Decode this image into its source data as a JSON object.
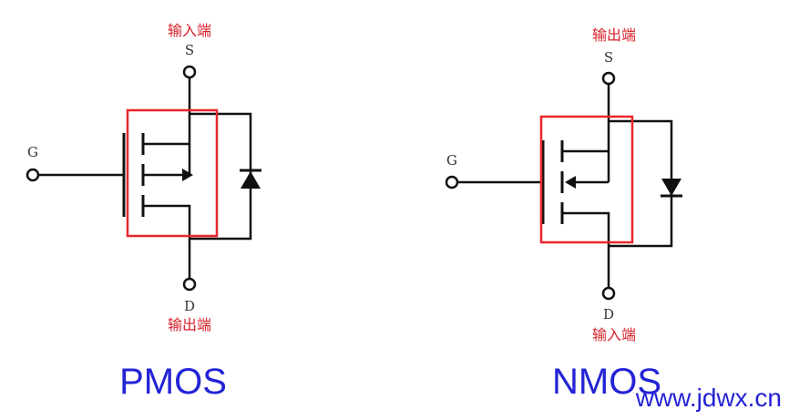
{
  "pmos": {
    "name": "PMOS",
    "source_pin": "S",
    "drain_pin": "D",
    "gate_pin": "G",
    "top_label": "输入端",
    "bottom_label": "输出端"
  },
  "nmos": {
    "name": "NMOS",
    "source_pin": "S",
    "drain_pin": "D",
    "gate_pin": "G",
    "top_label": "输出端",
    "bottom_label": "输入端"
  },
  "watermark": "www.jdwx.cn",
  "colors": {
    "highlight_box": "#e8262c",
    "label_red": "#d8202a",
    "title_blue": "#2323d6",
    "wire": "#111111"
  }
}
